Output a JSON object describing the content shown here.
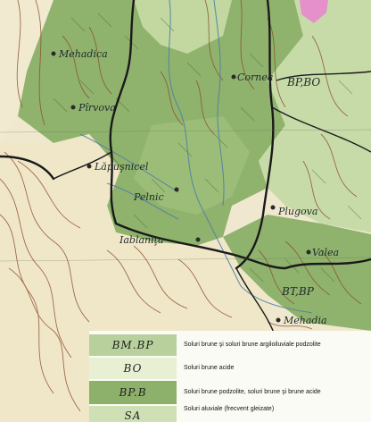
{
  "places": {
    "mehadica": "Mehadica",
    "pirvova": "Pîrvova",
    "cornea": "Cornea",
    "lapusnicel": "Lăpuşnicel",
    "pecinisca": "Pelnic",
    "plugova": "Plugova",
    "jablanita": "Iablaniţa",
    "valea": "Valea",
    "mehadia": "Mehadia"
  },
  "map_codes": {
    "bp_bo": "BP,BO",
    "bt_bp": "BT,BP"
  },
  "legend": [
    {
      "code": "BM.BP",
      "label": "Soluri brune şi soluri brune argiloiluviale podzolite",
      "color": "#b8d09c"
    },
    {
      "code": "BO",
      "label": "Soluri brune acide",
      "color": "#e8f0d4"
    },
    {
      "code": "BP.B",
      "label": "Soluri brune podzolite, soluri brune şi brune acide",
      "color": "#8db06a"
    },
    {
      "code": "SA",
      "label": "Soluri aluviale (frecvent gleizate)",
      "color": "#cfe0b4"
    }
  ],
  "colors": {
    "forest_green": "#8fb36d",
    "light_green": "#c7dba8",
    "cream": "#efe8cf",
    "pink": "#e58fcb",
    "contour_brown": "#8a4b2c",
    "road_black": "#1a1a1a",
    "river_blue": "#4f7fa6"
  }
}
